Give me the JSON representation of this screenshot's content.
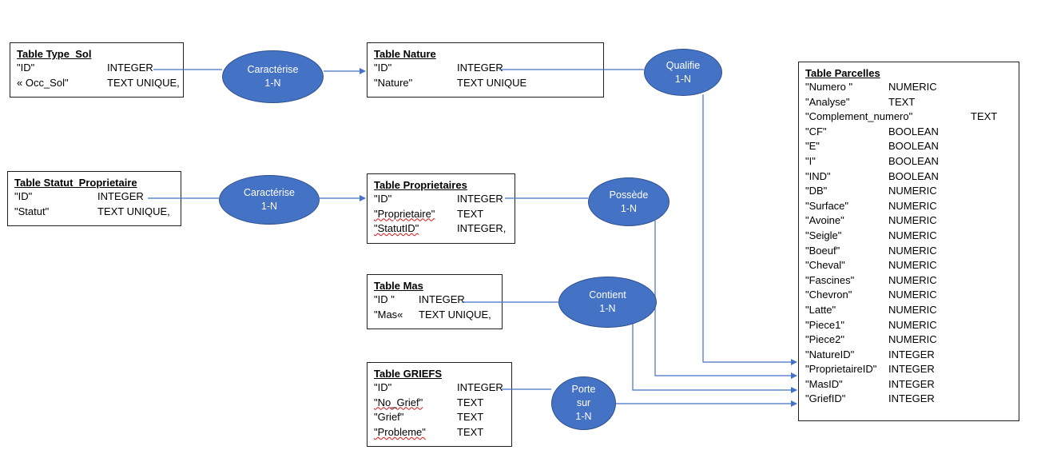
{
  "tables": {
    "type_sol": {
      "title": "Table Type_Sol",
      "fields": [
        {
          "name": "\"ID\"",
          "type": "INTEGER"
        },
        {
          "name": "« Occ_Sol\"",
          "type": "TEXT UNIQUE,"
        }
      ]
    },
    "nature": {
      "title": "Table Nature",
      "fields": [
        {
          "name": "\"ID\"",
          "type": "INTEGER"
        },
        {
          "name": "\"Nature\"",
          "type": "TEXT UNIQUE"
        }
      ]
    },
    "statut": {
      "title": "Table Statut_Proprietaire",
      "fields": [
        {
          "name": "\"ID\"",
          "type": "INTEGER"
        },
        {
          "name": "\"Statut\"",
          "type": "TEXT UNIQUE,"
        }
      ]
    },
    "proprietaires": {
      "title": "Table Proprietaires",
      "fields": [
        {
          "name": "\"ID\"",
          "type": "INTEGER"
        },
        {
          "name": "\"Proprietaire\"",
          "type": "TEXT"
        },
        {
          "name": "\"StatutID\"",
          "type": "INTEGER,"
        }
      ]
    },
    "mas": {
      "title": "Table Mas",
      "fields": [
        {
          "name": "\"ID \"",
          "type": "INTEGER"
        },
        {
          "name": "\"Mas«",
          "type": "TEXT UNIQUE,"
        }
      ]
    },
    "griefs": {
      "title": "Table GRIEFS",
      "fields": [
        {
          "name": "\"ID\"",
          "type": "INTEGER"
        },
        {
          "name": "\"No_Grief\"",
          "type": "TEXT"
        },
        {
          "name": "\"Grief\"",
          "type": "TEXT"
        },
        {
          "name": "\"Probleme\"",
          "type": "TEXT"
        }
      ]
    },
    "parcelles": {
      "title": "Table Parcelles",
      "fields": [
        {
          "name": "\"Numero \"",
          "type": "NUMERIC"
        },
        {
          "name": "\"Analyse\"",
          "type": "TEXT"
        },
        {
          "name": "\"Complement_numero\"",
          "type": "TEXT"
        },
        {
          "name": "\"CF\"",
          "type": "BOOLEAN"
        },
        {
          "name": "\"E\"",
          "type": "BOOLEAN"
        },
        {
          "name": "\"I\"",
          "type": "BOOLEAN"
        },
        {
          "name": "\"IND\"",
          "type": "BOOLEAN"
        },
        {
          "name": "\"DB\"",
          "type": "NUMERIC"
        },
        {
          "name": "\"Surface\"",
          "type": "NUMERIC"
        },
        {
          "name": "\"Avoine\"",
          "type": "NUMERIC"
        },
        {
          "name": "\"Seigle\"",
          "type": "NUMERIC"
        },
        {
          "name": "\"Boeuf\"",
          "type": "NUMERIC"
        },
        {
          "name": "\"Cheval\"",
          "type": "NUMERIC"
        },
        {
          "name": "\"Fascines\"",
          "type": "NUMERIC"
        },
        {
          "name": "\"Chevron\"",
          "type": "NUMERIC"
        },
        {
          "name": "\"Latte\"",
          "type": "NUMERIC"
        },
        {
          "name": "\"Piece1\"",
          "type": "NUMERIC"
        },
        {
          "name": "\"Piece2\"",
          "type": "NUMERIC"
        },
        {
          "name": "\"NatureID\"",
          "type": "INTEGER"
        },
        {
          "name": "\"ProprietaireID\"",
          "type": "INTEGER"
        },
        {
          "name": "\"MasID\"",
          "type": "INTEGER"
        },
        {
          "name": "\"GriefID\"",
          "type": "INTEGER"
        }
      ]
    }
  },
  "relations": {
    "caracterise1": {
      "line1": "Caractérise",
      "line2": "1-N"
    },
    "qualifie": {
      "line1": "Qualifie",
      "line2": "1-N"
    },
    "caracterise2": {
      "line1": "Caractérise",
      "line2": "1-N"
    },
    "possede": {
      "line1": "Possède",
      "line2": "1-N"
    },
    "contient": {
      "line1": "Contient",
      "line2": "1-N"
    },
    "porte": {
      "line1": "Porte",
      "line2": "sur",
      "line3": "1-N"
    }
  },
  "colors": {
    "relation_fill": "#4472c4",
    "relation_border": "#2f528f",
    "connector": "#4472c4"
  }
}
